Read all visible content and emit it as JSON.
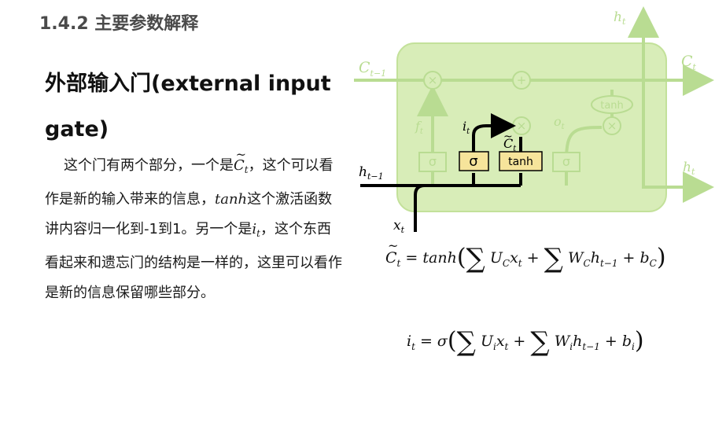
{
  "section_heading": "1.4.2 主要参数解释",
  "title": "外部输入门(external input gate)",
  "paragraph": {
    "p1": "这个门有两个部分，一个是",
    "c_sym": "C",
    "c_sub": "t",
    "p2": "，这个可以看作是新的输入带来的信息，",
    "tanh_word": "tanh",
    "p3": "这个激活函数讲内容归一化到-1到1。另一个是",
    "i_sym": "i",
    "i_sub": "t",
    "p4": "，这个东西看起来和遗忘门的结构是一样的，这里可以看作是新的信息保留哪些部分。"
  },
  "diagram": {
    "labels": {
      "h_top": "h",
      "h_top_sub": "t",
      "c_in": "C",
      "c_in_sub": "t−1",
      "c_out": "C",
      "c_out_sub": "t",
      "h_in": "h",
      "h_in_sub": "t−1",
      "h_out": "h",
      "h_out_sub": "t",
      "x_in": "x",
      "x_in_sub": "t",
      "f_t": "f",
      "f_t_sub": "t",
      "i_t": "i",
      "i_t_sub": "t",
      "o_t": "o",
      "o_t_sub": "t",
      "ct_tilde": "C",
      "ct_tilde_sub": "t"
    },
    "gates": {
      "sigma": "σ",
      "tanh": "tanh"
    },
    "ops": {
      "times": "×",
      "plus": "+"
    },
    "colors": {
      "cell_fill": "#d8edb8",
      "cell_stroke": "#c3e19a",
      "active_gate": "#f6e49b",
      "faded_line": "#b9dc92",
      "active_line": "#000000"
    }
  },
  "formulas": {
    "f1": {
      "lhs": "C",
      "lhs_sub": "t",
      "eq": "=",
      "fn": "tanh",
      "sum": "∑",
      "u": "U",
      "u_sub": "C",
      "x": "x",
      "x_sub": "t",
      "plus": "+",
      "w": "W",
      "w_sub": "C",
      "h": "h",
      "h_sub": "t−1",
      "b": "b",
      "b_sub": "C"
    },
    "f2": {
      "lhs": "i",
      "lhs_sub": "t",
      "eq": "=",
      "fn": "σ",
      "sum": "∑",
      "u": "U",
      "u_sub": "i",
      "x": "x",
      "x_sub": "t",
      "plus": "+",
      "w": "W",
      "w_sub": "i",
      "h": "h",
      "h_sub": "t−1",
      "b": "b",
      "b_sub": "i"
    }
  }
}
